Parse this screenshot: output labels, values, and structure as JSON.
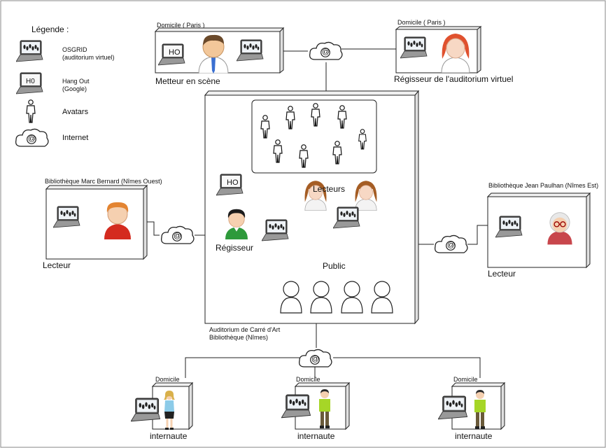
{
  "legend": {
    "title": "Légende :",
    "osgrid_label": "OSGRID",
    "osgrid_sub": "(auditorium virtuel)",
    "hangout_label": "Hang Out",
    "hangout_sub": "(Google)",
    "hangout_code": "H0",
    "avatars_label": "Avatars",
    "internet_label": "Internet"
  },
  "top_left": {
    "header": "Domicile ( Paris )",
    "ho_text": "HO",
    "caption": "Metteur en scène"
  },
  "top_right": {
    "header": "Domicile ( Paris )",
    "caption": "Régisseur de l'auditorium virtuel"
  },
  "west": {
    "header": "Bibliothèque Marc Bernard (Nîmes Ouest)",
    "caption": "Lecteur"
  },
  "east": {
    "header": "Bibliothèque Jean Paulhan (Nîmes Est)",
    "caption": "Lecteur"
  },
  "center": {
    "ho_text": "HO",
    "lecteurs": "Lecteurs",
    "regisseur": "Régisseur",
    "public": "Public",
    "caption_line1": "Auditorium de Carré d'Art",
    "caption_line2": "Bibliothèque (Nîmes)"
  },
  "bottom": [
    {
      "header": "Domicile",
      "caption": "internaute"
    },
    {
      "header": "Domicile",
      "caption": "internaute"
    },
    {
      "header": "Domicile",
      "caption": "internaute"
    }
  ],
  "cloud_symbol": "@"
}
